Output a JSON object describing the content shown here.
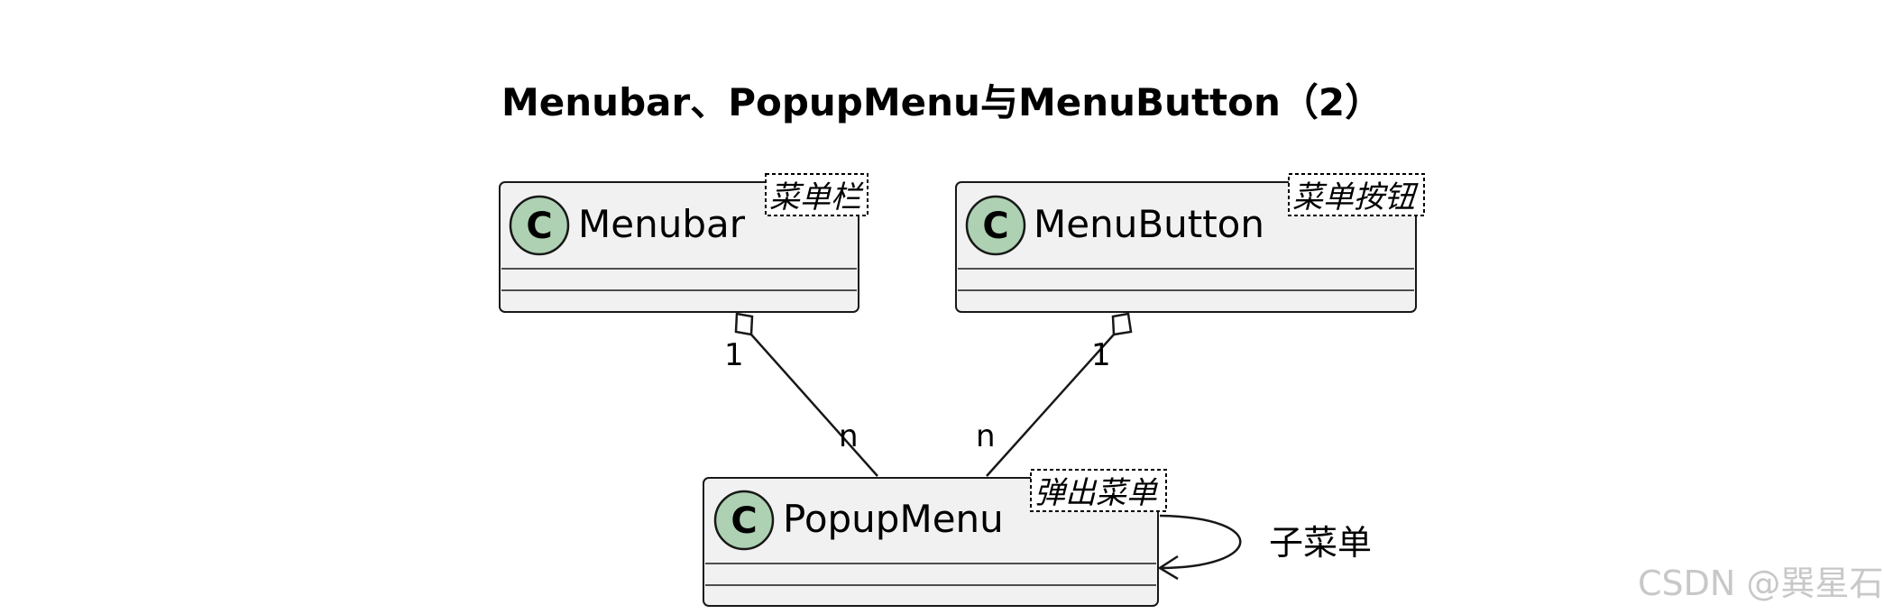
{
  "diagram": {
    "title": "Menubar、PopupMenu与MenuButton（2）",
    "classes": {
      "menubar": {
        "name": "Menubar",
        "stereotype": "菜单栏",
        "icon": "C"
      },
      "menubutton": {
        "name": "MenuButton",
        "stereotype": "菜单按钮",
        "icon": "C"
      },
      "popupmenu": {
        "name": "PopupMenu",
        "stereotype": "弹出菜单",
        "icon": "C"
      }
    },
    "relations": {
      "menubar_popup": {
        "from_mult": "1",
        "to_mult": "n"
      },
      "menubutton_popup": {
        "from_mult": "1",
        "to_mult": "n"
      },
      "self_popup": {
        "label": "子菜单"
      }
    },
    "colors": {
      "class_fill": "#f1f1f1",
      "class_icon": "#add1b2",
      "border": "#181818"
    }
  },
  "watermark": "CSDN @巽星石"
}
